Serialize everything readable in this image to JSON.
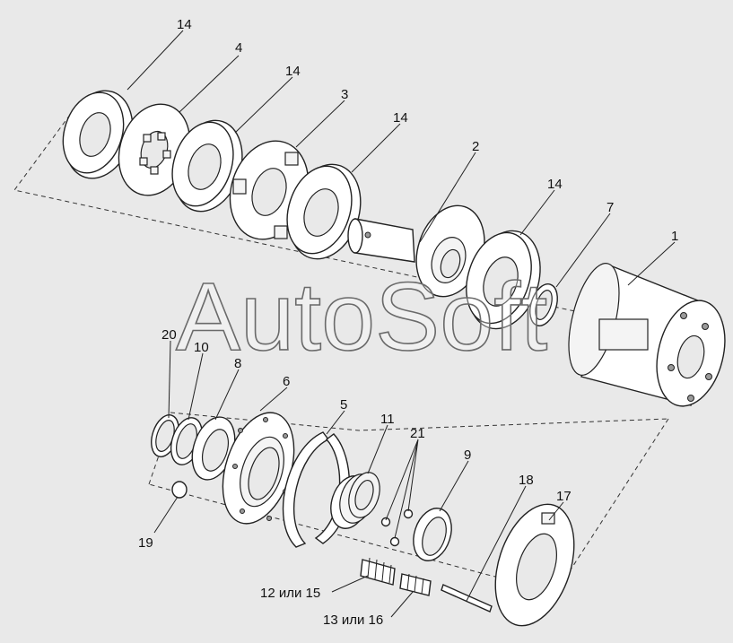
{
  "watermark": "AutoSoft",
  "callouts": {
    "c1": "1",
    "c2": "2",
    "c3": "3",
    "c4": "4",
    "c5": "5",
    "c6": "6",
    "c7": "7",
    "c8": "8",
    "c9": "9",
    "c10": "10",
    "c11": "11",
    "c12_15": "12 или 15",
    "c13_16": "13 или 16",
    "c14": "14",
    "c17": "17",
    "c18": "18",
    "c19": "19",
    "c20": "20",
    "c21": "21"
  }
}
